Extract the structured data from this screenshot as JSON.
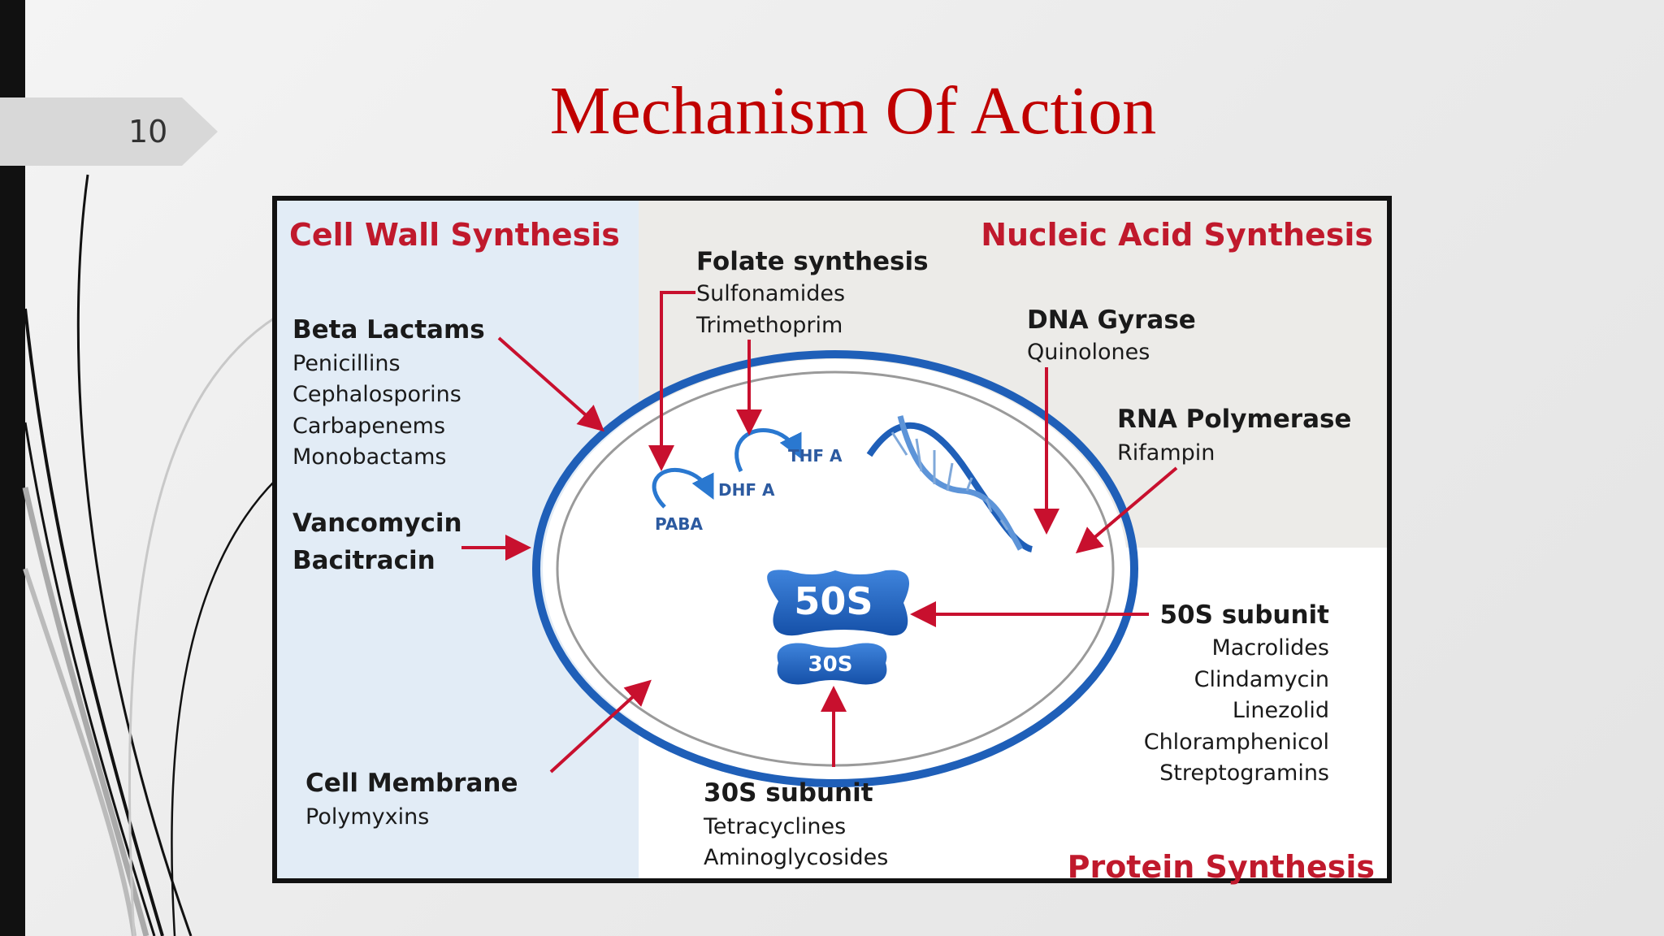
{
  "slide": {
    "page_number": "10",
    "title": "Mechanism Of Action"
  },
  "diagram": {
    "sections": {
      "cell_wall": "Cell Wall Synthesis",
      "nucleic_acid": "Nucleic Acid Synthesis",
      "protein": "Protein Synthesis"
    },
    "beta_lactams": {
      "heading": "Beta Lactams",
      "items": [
        "Penicillins",
        "Cephalosporins",
        "Carbapenems",
        "Monobactams"
      ]
    },
    "vanco": {
      "line1": "Vancomycin",
      "line2": "Bacitracin"
    },
    "cell_membrane": {
      "heading": "Cell Membrane",
      "item": "Polymyxins"
    },
    "folate": {
      "heading": "Folate synthesis",
      "items": [
        "Sulfonamides",
        "Trimethoprim"
      ]
    },
    "dna_gyrase": {
      "heading": "DNA Gyrase",
      "item": "Quinolones"
    },
    "rna_polymerase": {
      "heading": "RNA Polymerase",
      "item": "Rifampin"
    },
    "subunit_50s": {
      "heading": "50S subunit",
      "items": [
        "Macrolides",
        "Clindamycin",
        "Linezolid",
        "Chloramphenicol",
        "Streptogramins"
      ]
    },
    "subunit_30s": {
      "heading": "30S subunit",
      "items": [
        "Tetracyclines",
        "Aminoglycosides"
      ]
    },
    "pathway": {
      "paba": "PABA",
      "dhf": "DHF A",
      "thf": "THF A"
    },
    "ribosome": {
      "large": "50S",
      "small": "30S"
    }
  },
  "colors": {
    "title_red": "#c00000",
    "section_red": "#c0192c",
    "arrow_red": "#c8102e",
    "cell_blue": "#1f5fb8",
    "ribosome_blue": "#1e63c4"
  },
  "icons": [
    "dna-helix-icon",
    "curved-pathway-arrow-icon"
  ]
}
